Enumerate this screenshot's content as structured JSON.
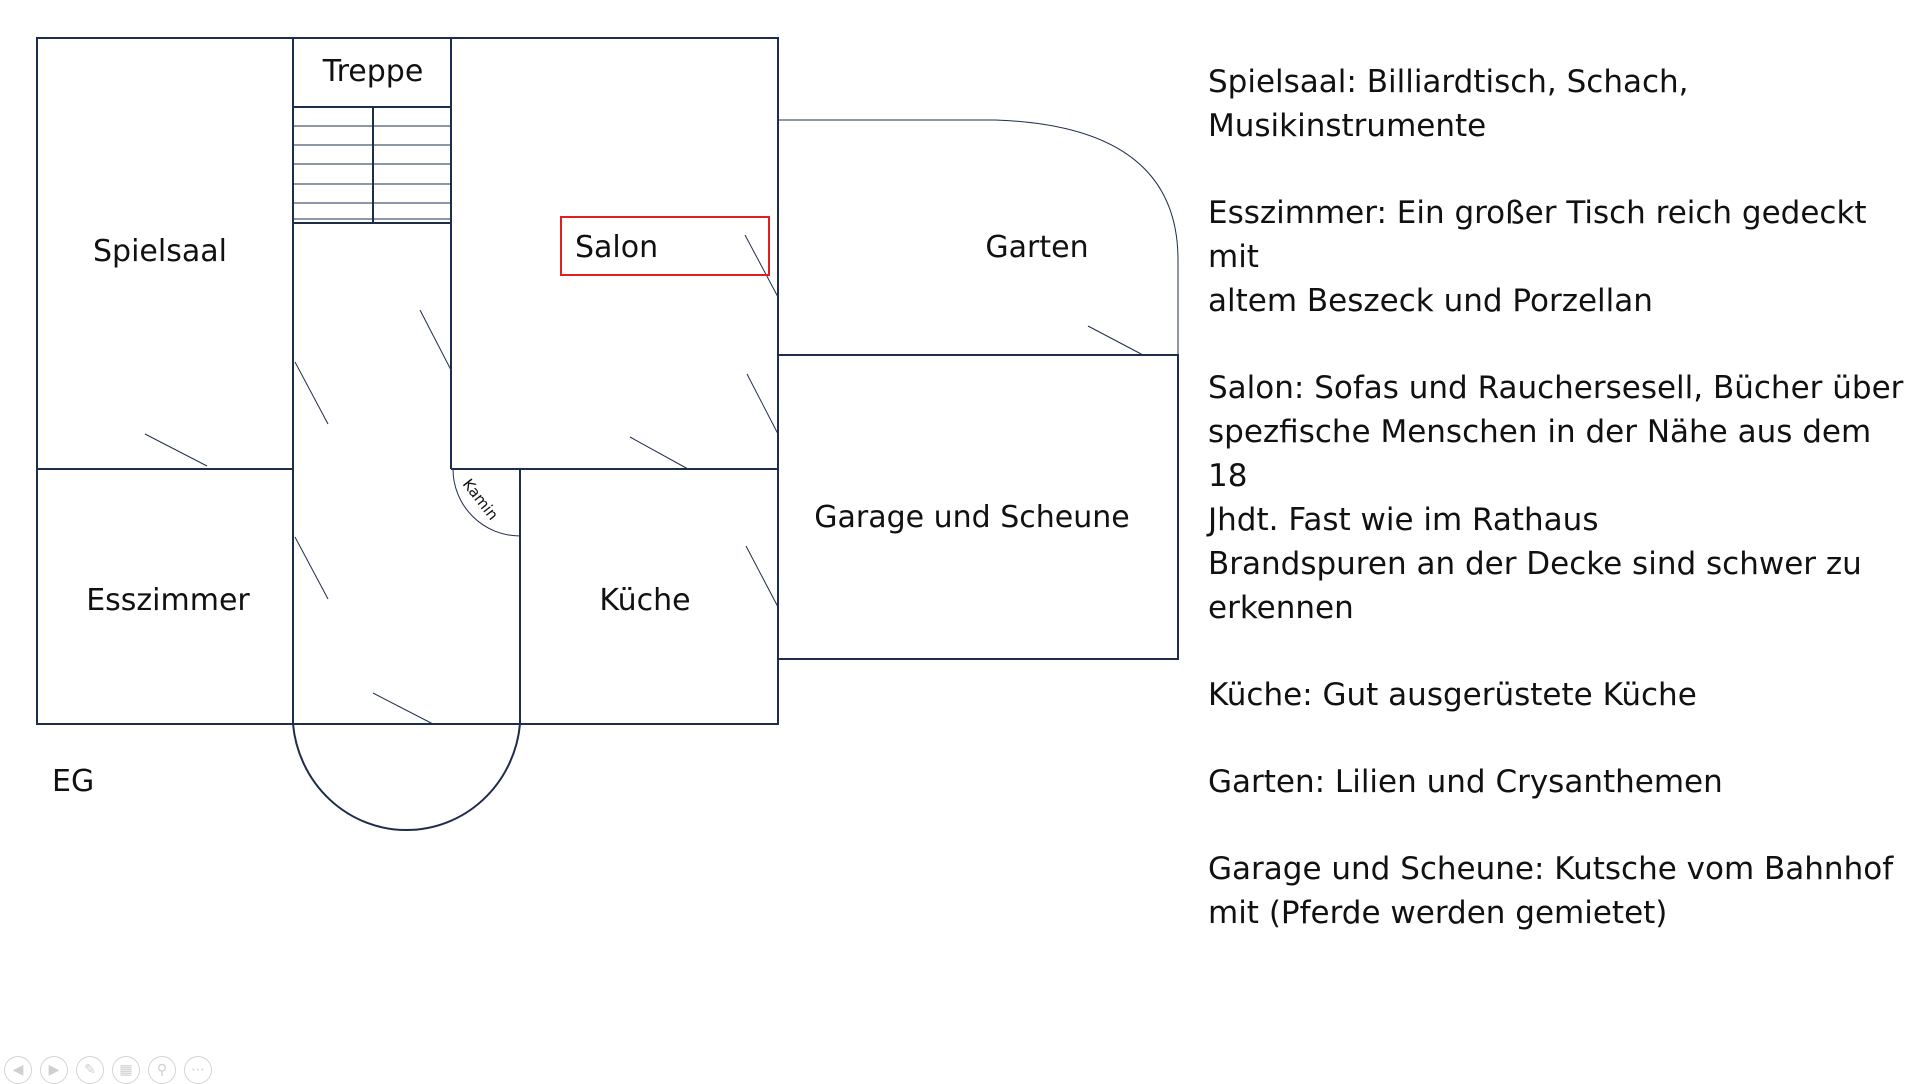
{
  "floor": "EG",
  "rooms": {
    "spielsaal": "Spielsaal",
    "treppe": "Treppe",
    "salon": "Salon",
    "garten": "Garten",
    "esszimmer": "Esszimmer",
    "kueche": "Küche",
    "garage": "Garage und Scheune",
    "kamin": "Kamin"
  },
  "notes": [
    "Spielsaal: Billiardtisch, Schach,\nMusikinstrumente",
    "Esszimmer: Ein großer Tisch reich gedeckt mit\naltem Beszeck und Porzellan",
    "Salon: Sofas und Rauchersesell, Bücher über\nspezfische Menschen in der Nähe aus dem 18\nJhdt. Fast wie im Rathaus\nBrandspuren an der Decke sind schwer zu\nerkennen",
    "Küche: Gut ausgerüstete Küche",
    "Garten: Lilien und Crysanthemen",
    "Garage und Scheune: Kutsche vom Bahnhof\nmit (Pferde werden gemietet)"
  ],
  "colors": {
    "wall": "#1f2d4d",
    "highlight": "#e02020"
  },
  "toolbar": [
    "prev-icon",
    "next-icon",
    "pen-icon",
    "slides-icon",
    "zoom-icon",
    "more-icon"
  ]
}
